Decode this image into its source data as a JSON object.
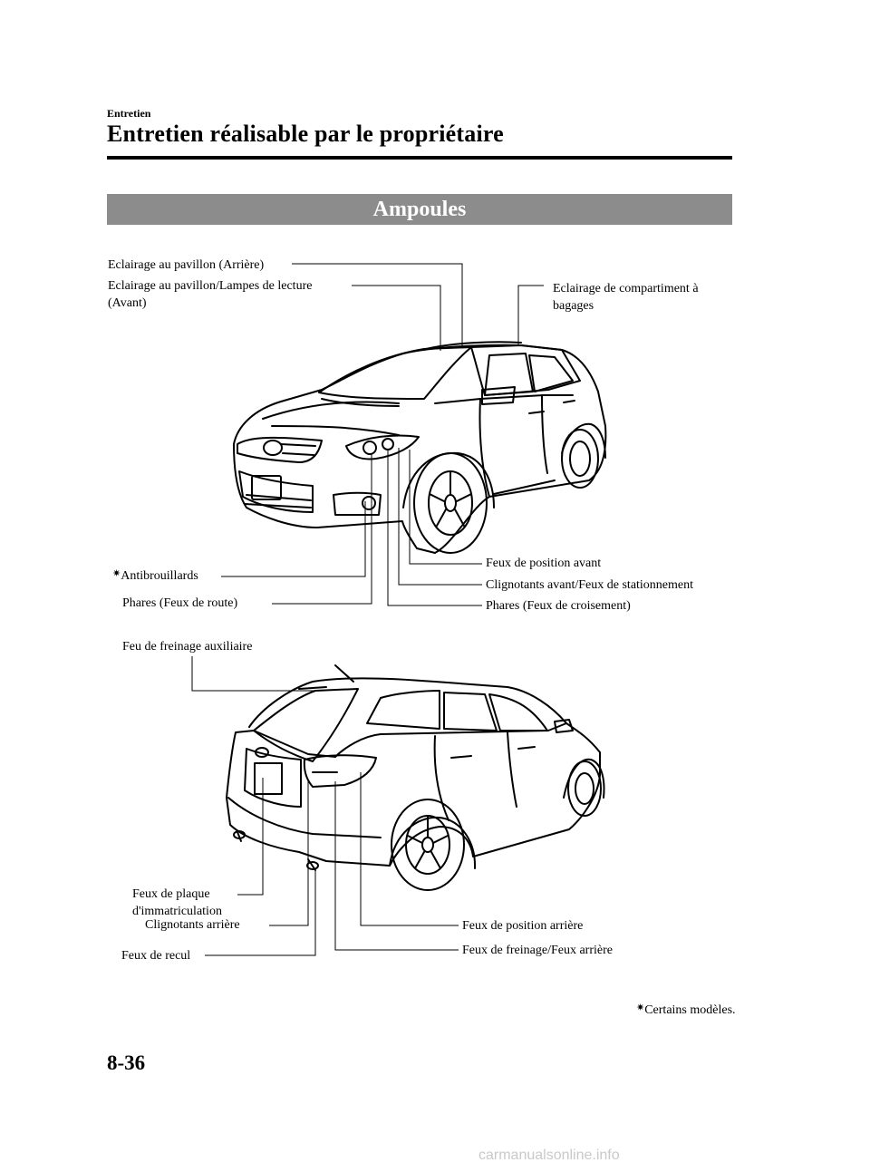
{
  "header": {
    "section": "Entretien",
    "title": "Entretien réalisable par le propriétaire"
  },
  "banner": "Ampoules",
  "front_view": {
    "labels": {
      "roof_rear": "Eclairage au pavillon (Arrière)",
      "roof_front": "Eclairage au pavillon/Lampes de lecture (Avant)",
      "cargo": "Eclairage de compartiment à bagages",
      "fog": "Antibrouillards",
      "high_beam": "Phares (Feux de route)",
      "front_position": "Feux de position avant",
      "front_turn": "Clignotants avant/Feux de stationnement",
      "low_beam": "Phares (Feux de croisement)"
    }
  },
  "rear_view": {
    "labels": {
      "aux_brake": "Feu de freinage auxiliaire",
      "plate": "Feux de plaque d'immatriculation",
      "rear_turn": "Clignotants arrière",
      "reverse": "Feux de recul",
      "rear_position": "Feux de position arrière",
      "brake_tail": "Feux de freinage/Feux arrière"
    }
  },
  "star_glyph": "✷",
  "footnote": "Certains modèles.",
  "page_number": "8-36",
  "watermark": "carmanualsonline.info"
}
